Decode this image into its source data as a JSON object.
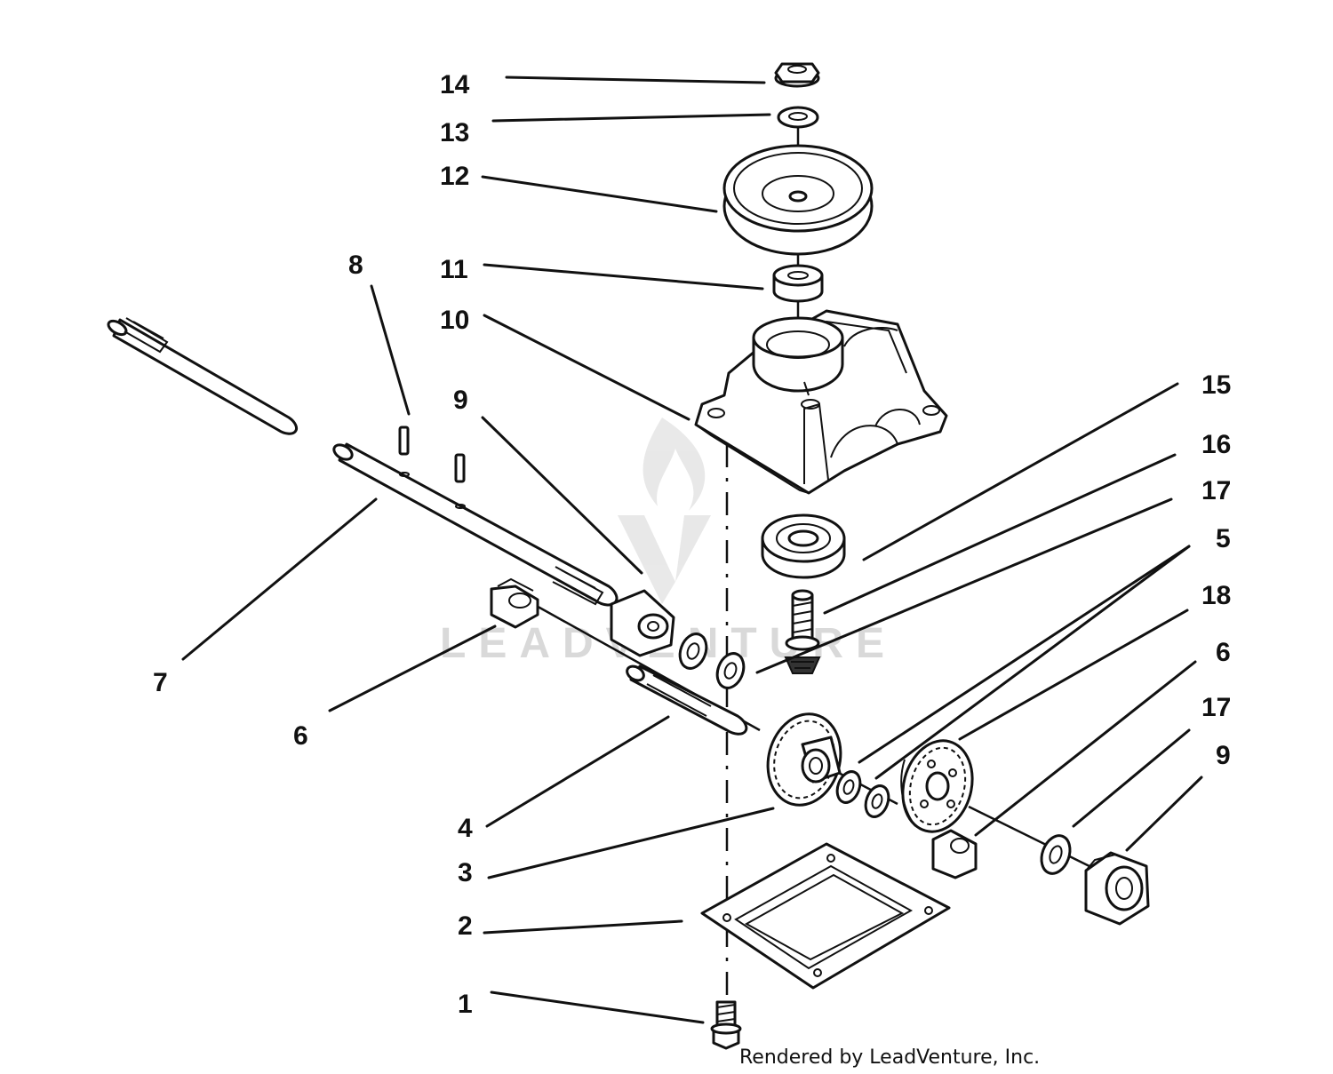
{
  "diagram": {
    "parts": [
      {
        "id": "part-1",
        "label": "1"
      },
      {
        "id": "part-2",
        "label": "2"
      },
      {
        "id": "part-3",
        "label": "3"
      },
      {
        "id": "part-4",
        "label": "4"
      },
      {
        "id": "part-5",
        "label": "5"
      },
      {
        "id": "part-6a",
        "label": "6"
      },
      {
        "id": "part-6b",
        "label": "6"
      },
      {
        "id": "part-7",
        "label": "7"
      },
      {
        "id": "part-8",
        "label": "8"
      },
      {
        "id": "part-9a",
        "label": "9"
      },
      {
        "id": "part-9b",
        "label": "9"
      },
      {
        "id": "part-10",
        "label": "10"
      },
      {
        "id": "part-11",
        "label": "11"
      },
      {
        "id": "part-12",
        "label": "12"
      },
      {
        "id": "part-13",
        "label": "13"
      },
      {
        "id": "part-14",
        "label": "14"
      },
      {
        "id": "part-15",
        "label": "15"
      },
      {
        "id": "part-16",
        "label": "16"
      },
      {
        "id": "part-17a",
        "label": "17"
      },
      {
        "id": "part-17b",
        "label": "17"
      },
      {
        "id": "part-18",
        "label": "18"
      }
    ],
    "watermark": "LEADVENTURE",
    "credit": "Rendered by LeadVenture, Inc."
  }
}
